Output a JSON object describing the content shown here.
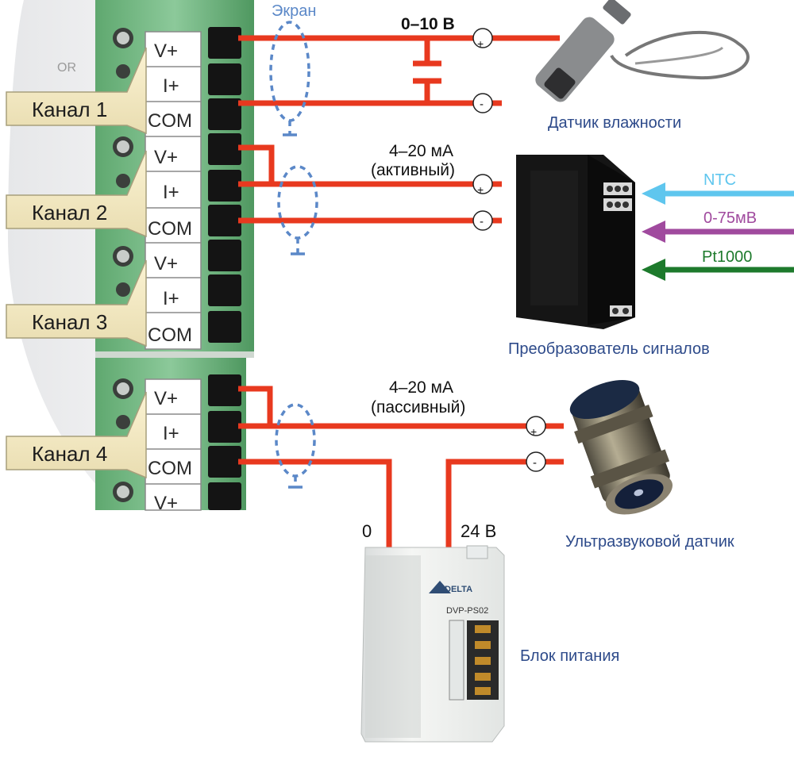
{
  "module": {
    "partial_label": "OR",
    "channels": [
      {
        "label": "Канал 1"
      },
      {
        "label": "Канал 2"
      },
      {
        "label": "Канал 3"
      },
      {
        "label": "Канал 4"
      }
    ],
    "terminals": [
      "V+",
      "I+",
      "COM",
      "V+",
      "I+",
      "COM",
      "V+",
      "I+",
      "COM",
      "V+",
      "I+",
      "COM",
      "V+"
    ]
  },
  "wiring": {
    "shield_label": "Экран",
    "voltage_signal": "0–10 В",
    "active_current": {
      "line1": "4–20 мА",
      "line2": "(активный)"
    },
    "passive_current": {
      "line1": "4–20 мА",
      "line2": "(пассивный)"
    },
    "plus": "+",
    "minus": "-",
    "psu_zero": "0",
    "psu_24v": "24 В",
    "wire_color": "#e8391f",
    "shield_color": "#5b88c8"
  },
  "devices": {
    "humidity_sensor": "Датчик влажности",
    "signal_converter": "Преобразователь сигналов",
    "ultrasonic_sensor": "Ультразвуковой датчик",
    "power_supply": "Блок питания",
    "psu_brand": "DELTA",
    "psu_model": "DVP-PS02",
    "label_color": "#2d4a8a"
  },
  "inputs": [
    {
      "label": "NTC",
      "color": "#5fc6ee"
    },
    {
      "label": "0-75мВ",
      "color": "#a04a9e"
    },
    {
      "label": "Pt1000",
      "color": "#1d7a2c"
    }
  ]
}
